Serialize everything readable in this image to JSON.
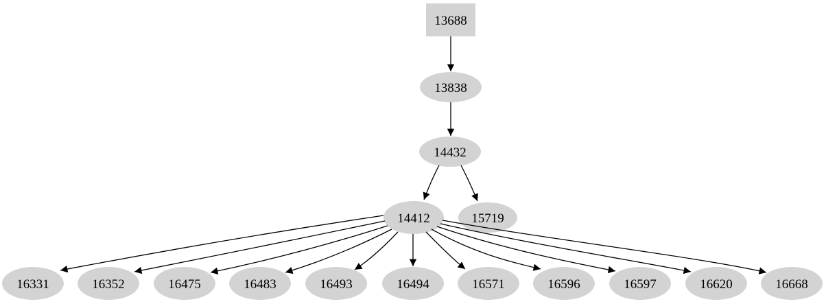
{
  "diagram": {
    "background_color": "#ffffff",
    "node_fill_color": "#d3d3d3",
    "edge_color": "#000000",
    "text_color": "#000000",
    "root_shape": "box",
    "other_shape": "ellipse",
    "nodes": [
      {
        "id": "13688",
        "shape": "box"
      },
      {
        "id": "13838",
        "shape": "ellipse"
      },
      {
        "id": "14432",
        "shape": "ellipse"
      },
      {
        "id": "14412",
        "shape": "ellipse"
      },
      {
        "id": "15719",
        "shape": "ellipse"
      },
      {
        "id": "16331",
        "shape": "ellipse"
      },
      {
        "id": "16352",
        "shape": "ellipse"
      },
      {
        "id": "16475",
        "shape": "ellipse"
      },
      {
        "id": "16483",
        "shape": "ellipse"
      },
      {
        "id": "16493",
        "shape": "ellipse"
      },
      {
        "id": "16494",
        "shape": "ellipse"
      },
      {
        "id": "16571",
        "shape": "ellipse"
      },
      {
        "id": "16596",
        "shape": "ellipse"
      },
      {
        "id": "16597",
        "shape": "ellipse"
      },
      {
        "id": "16620",
        "shape": "ellipse"
      },
      {
        "id": "16668",
        "shape": "ellipse"
      }
    ],
    "edges": [
      {
        "from": "13688",
        "to": "13838"
      },
      {
        "from": "13838",
        "to": "14432"
      },
      {
        "from": "14432",
        "to": "14412"
      },
      {
        "from": "14432",
        "to": "15719"
      },
      {
        "from": "14412",
        "to": "16331"
      },
      {
        "from": "14412",
        "to": "16352"
      },
      {
        "from": "14412",
        "to": "16475"
      },
      {
        "from": "14412",
        "to": "16483"
      },
      {
        "from": "14412",
        "to": "16493"
      },
      {
        "from": "14412",
        "to": "16494"
      },
      {
        "from": "14412",
        "to": "16571"
      },
      {
        "from": "14412",
        "to": "16596"
      },
      {
        "from": "14412",
        "to": "16597"
      },
      {
        "from": "14412",
        "to": "16620"
      },
      {
        "from": "14412",
        "to": "16668"
      }
    ]
  }
}
